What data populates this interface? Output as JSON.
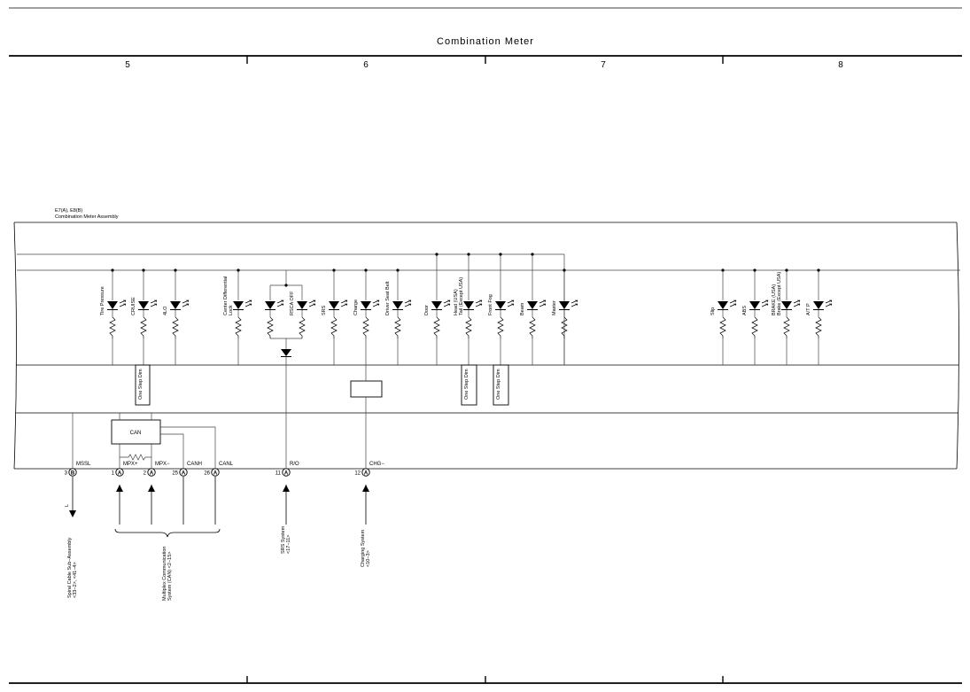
{
  "header": {
    "title": "Combination Meter",
    "columns": [
      "5",
      "6",
      "7",
      "8"
    ]
  },
  "assembly": {
    "code": "E7(A), E8(B)",
    "name": "Combination Meter Assembly"
  },
  "indicators": [
    {
      "label": "Tire Pressure"
    },
    {
      "label": "CRUISE"
    },
    {
      "label": "4LO"
    },
    {
      "label": "Center Differential Lock"
    },
    {
      "label": ""
    },
    {
      "label": "RSCA OFF"
    },
    {
      "label": "SRS"
    },
    {
      "label": "Charge"
    },
    {
      "label": "Driver Seat Belt"
    },
    {
      "label": "Door"
    },
    {
      "label": "Head (USA) Tail (Except USA)"
    },
    {
      "label": "Front Fog"
    },
    {
      "label": "Beam"
    },
    {
      "label": "Master"
    },
    {
      "label": "Slip"
    },
    {
      "label": "ABS"
    },
    {
      "label": "BRAKE (USA) Brake (Except USA)"
    },
    {
      "label": "A/T P"
    }
  ],
  "dim_boxes": [
    "One Step Dim",
    "One Step Dim",
    "One Step Dim"
  ],
  "can_block": "CAN",
  "pins": [
    {
      "number": "3",
      "conn": "B",
      "signal": "MSSL"
    },
    {
      "number": "1",
      "conn": "A",
      "signal": "MPX+"
    },
    {
      "number": "2",
      "conn": "A",
      "signal": "MPX−"
    },
    {
      "number": "25",
      "conn": "A",
      "signal": "CANH"
    },
    {
      "number": "26",
      "conn": "A",
      "signal": "CANL"
    },
    {
      "number": "11",
      "conn": "A",
      "signal": "R/O"
    },
    {
      "number": "12",
      "conn": "A",
      "signal": "CHG−"
    }
  ],
  "wire_color": "L",
  "destinations": [
    {
      "lines": [
        "Spiral Cable Sub−Assembly",
        "<33−2>, <41−4>"
      ]
    },
    {
      "lines": [
        "Multiplex Communication",
        "System (CAN) <2−15>"
      ]
    },
    {
      "lines": [
        "SRS System",
        "<17−11>"
      ]
    },
    {
      "lines": [
        "Charging System",
        "<10−3>"
      ]
    }
  ]
}
